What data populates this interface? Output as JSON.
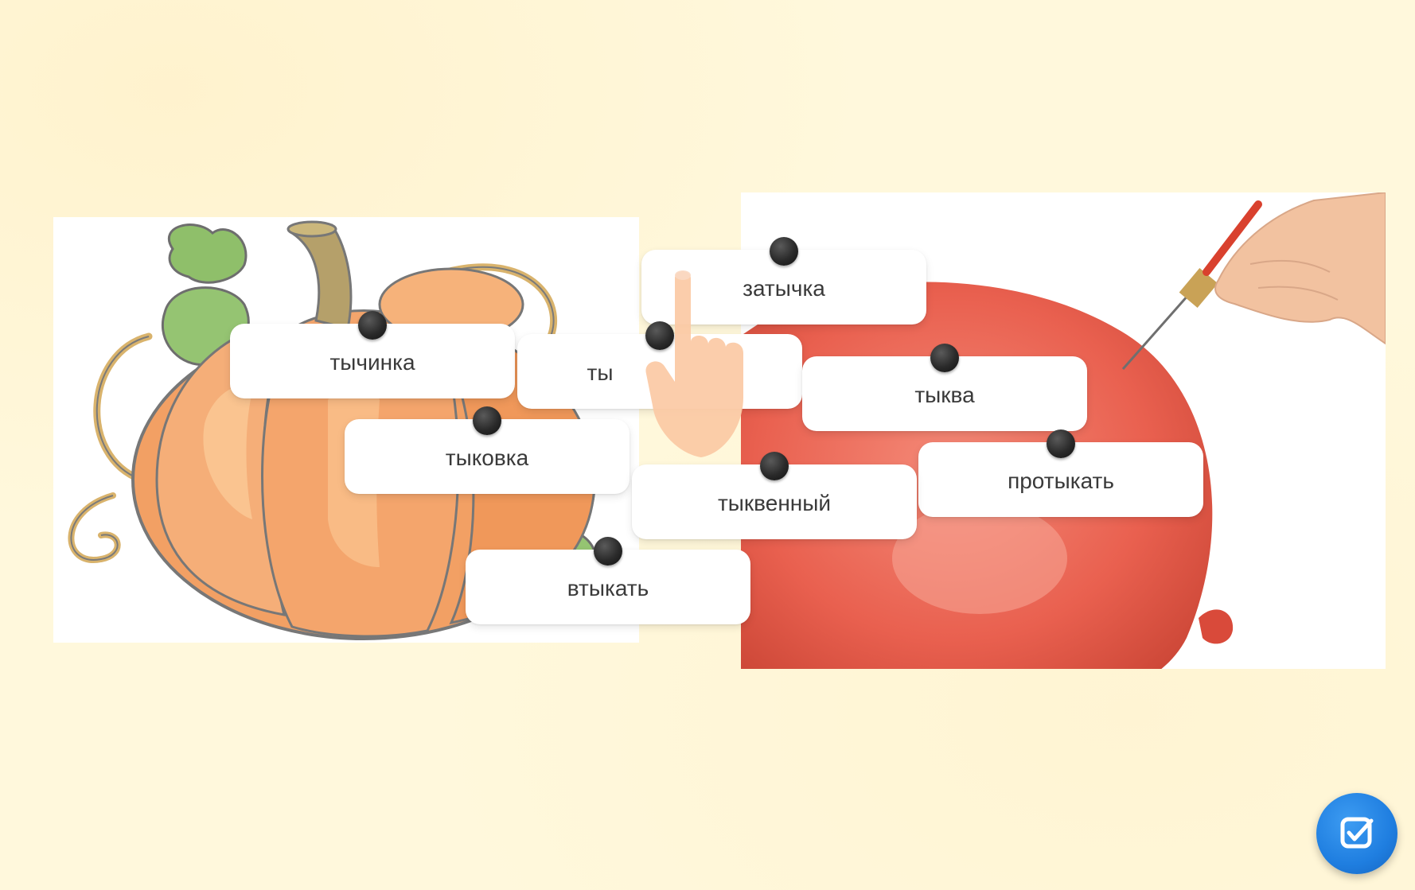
{
  "cards": [
    {
      "label": "затычка"
    },
    {
      "label": "тычинка"
    },
    {
      "label": "ты"
    },
    {
      "label": "тыква"
    },
    {
      "label": "тыковка"
    },
    {
      "label": "протыкать"
    },
    {
      "label": "тыквенный"
    },
    {
      "label": "втыкать"
    }
  ],
  "icons": {
    "check_button": "checklist-icon",
    "pointer": "pointing-hand-icon",
    "pin": "pin-icon"
  },
  "colors": {
    "background": "#fff8dc",
    "check_button": "#1f7ee0",
    "pin": "#2a2a2a",
    "pumpkin": "#f29a5a",
    "balloon": "#e85a4a"
  }
}
